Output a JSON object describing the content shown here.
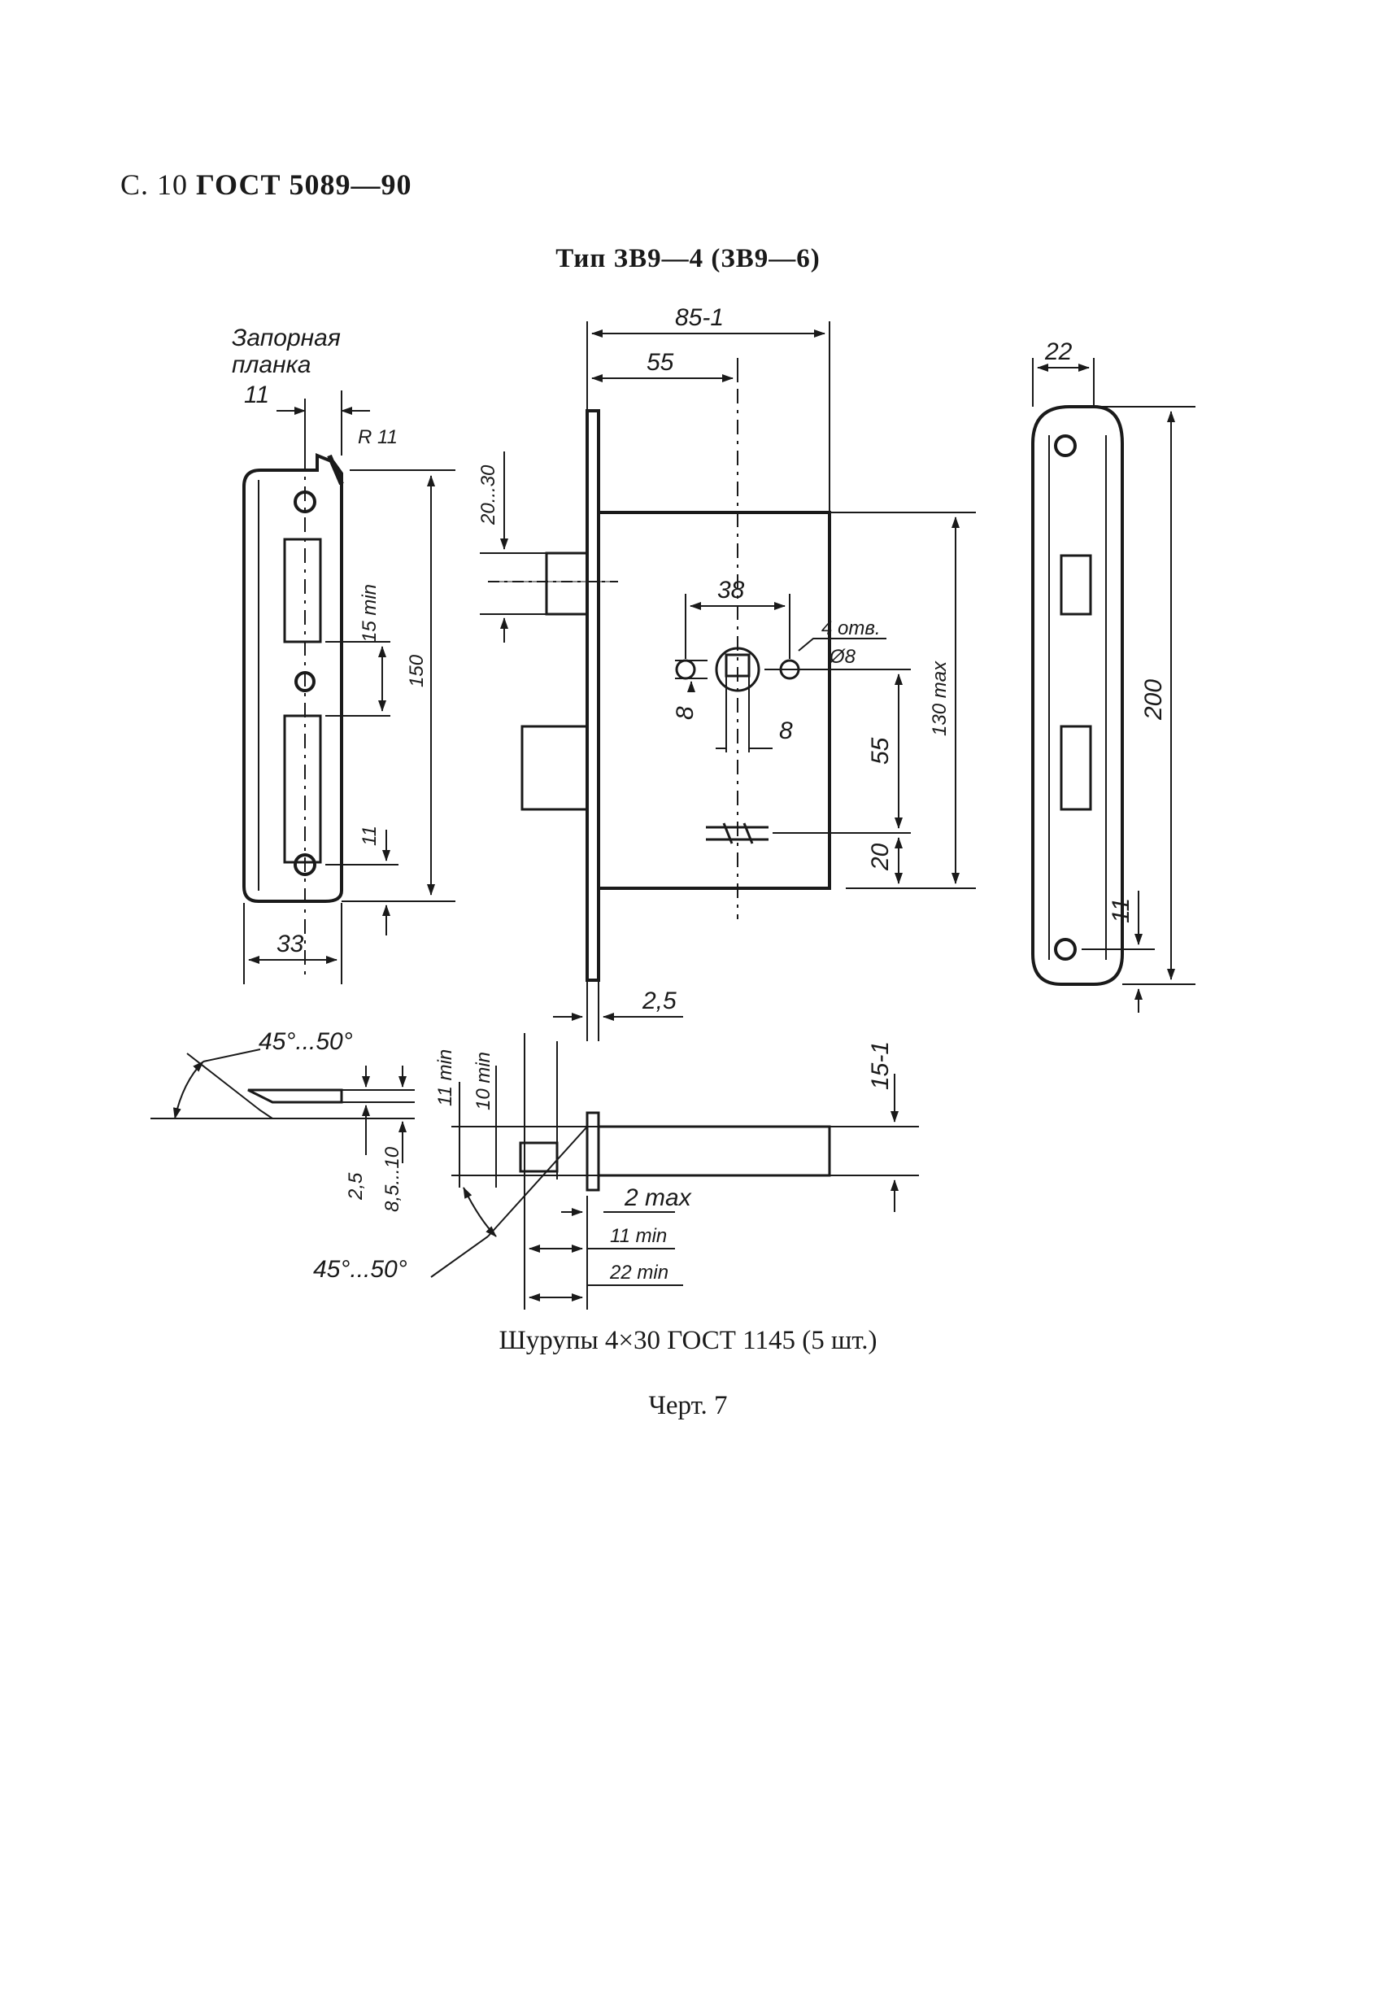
{
  "header": {
    "prefix": "С. 10",
    "standard": "ГОСТ 5089—90"
  },
  "title": "Тип ЗВ9—4 (ЗВ9—6)",
  "captions": {
    "screws": "Шурупы 4×30 ГОСТ 1145 (5 шт.)",
    "figure": "Черт. 7"
  },
  "strike_plate": {
    "label_line1": "Запорная",
    "label_line2": "планка",
    "dim_width_top": "11",
    "dim_radius": "R 11",
    "dim_height": "150",
    "dim_slot": "15 min",
    "dim_bottom": "11",
    "dim_width": "33"
  },
  "lock_body": {
    "dim_depth": "85-1",
    "dim_backset": "55",
    "dim_latch": "20...30",
    "dim_holes_spacing": "38",
    "dim_holes_note": "4 отв.",
    "dim_hole_dia": "Ø8",
    "dim_hole_v": "8",
    "dim_hole_h": "8",
    "dim_center": "55",
    "dim_keyhole": "20",
    "dim_height": "130 max",
    "dim_faceplate": "2,5"
  },
  "faceplate": {
    "dim_width": "22",
    "dim_height": "200",
    "dim_bottom": "11"
  },
  "latch_section": {
    "angle_left": "45°...50°",
    "dim_a": "2,5",
    "dim_b": "8,5...10",
    "dim_11min": "11 min",
    "dim_10min": "10 min",
    "angle_bottom": "45°...50°",
    "dim_2max": "2 max",
    "dim_11min_b": "11 min",
    "dim_22min": "22 min",
    "dim_15": "15-1"
  }
}
